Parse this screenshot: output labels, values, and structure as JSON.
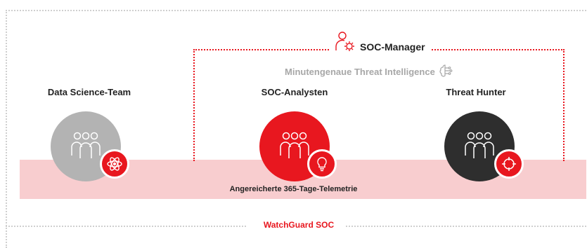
{
  "manager": {
    "label": "SOC-Manager"
  },
  "intelligence": {
    "label": "Minutengenaue Threat Intelligence"
  },
  "teams": [
    {
      "label": "Data Science-Team",
      "color": "#b3b3b3",
      "badge": "atom-icon"
    },
    {
      "label": "SOC-Analysten",
      "color": "#e8171f",
      "badge": "lightbulb-icon"
    },
    {
      "label": "Threat Hunter",
      "color": "#2e2e2e",
      "badge": "crosshair-icon"
    }
  ],
  "telemetry": {
    "label": "Angereicherte 365-Tage-Telemetrie"
  },
  "footer": {
    "label": "WatchGuard SOC"
  },
  "colors": {
    "accent": "#e8171f",
    "band": "#f8cdcf",
    "muted": "#a7a7a7"
  }
}
